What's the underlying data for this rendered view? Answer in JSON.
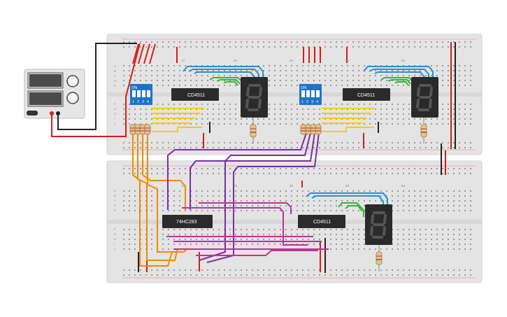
{
  "circuit": {
    "ic_top_left": "CD4511",
    "ic_top_right": "CD4511",
    "ic_bottom_adder": "74HC283",
    "ic_bottom_decoder": "CD4511",
    "dip_switch_on": "ON",
    "dip_switch_numbers": [
      "1",
      "2",
      "3",
      "4"
    ],
    "display_digit": "8",
    "breadboard_row_letters_top": [
      "A",
      "B",
      "C",
      "D",
      "E"
    ],
    "breadboard_row_letters_bottom": [
      "F",
      "G",
      "H",
      "I",
      "J"
    ],
    "column_numbers": [
      "10",
      "20",
      "30",
      "40",
      "50"
    ]
  },
  "colors": {
    "breadboard": "#e4e4e4",
    "ic_body": "#2b2b2b",
    "dip_switch": "#1e73c8",
    "seg_display": "#2a2a2a",
    "wire_blue": "#2a8fd6",
    "wire_green": "#3ab33a",
    "wire_yellow": "#f0d000",
    "wire_purple": "#7a2fa8",
    "wire_magenta": "#c0309a",
    "wire_orange": "#f08a00",
    "wire_red": "#d81b1b",
    "wire_black": "#222222",
    "power_supply": "#e6e6e6"
  }
}
